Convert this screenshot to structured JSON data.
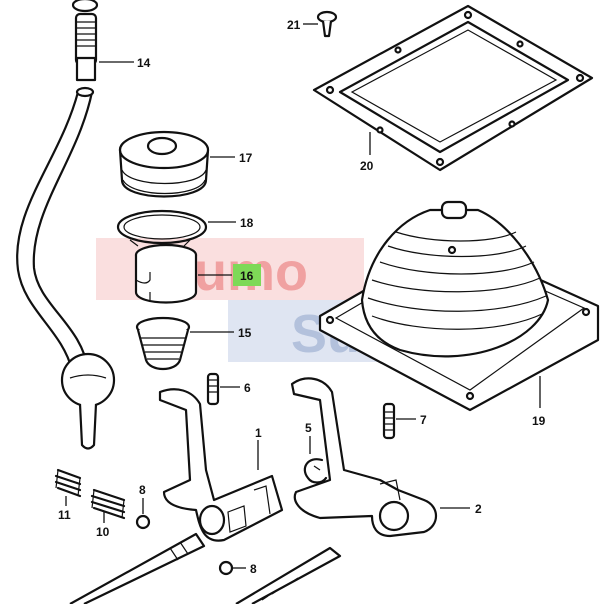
{
  "watermark": {
    "line1": "Gumo",
    "line2": "Suzuki",
    "color_line1": "#e23a3a",
    "color_line2": "#6a86b8"
  },
  "highlight_color": "#7ed957",
  "labels": {
    "p1": "1",
    "p2": "2",
    "p5": "5",
    "p6": "6",
    "p7": "7",
    "p8a": "8",
    "p8b": "8",
    "p10": "10",
    "p11": "11",
    "p14": "14",
    "p15": "15",
    "p16": "16",
    "p17": "17",
    "p18": "18",
    "p19": "19",
    "p20": "20",
    "p21": "21"
  }
}
